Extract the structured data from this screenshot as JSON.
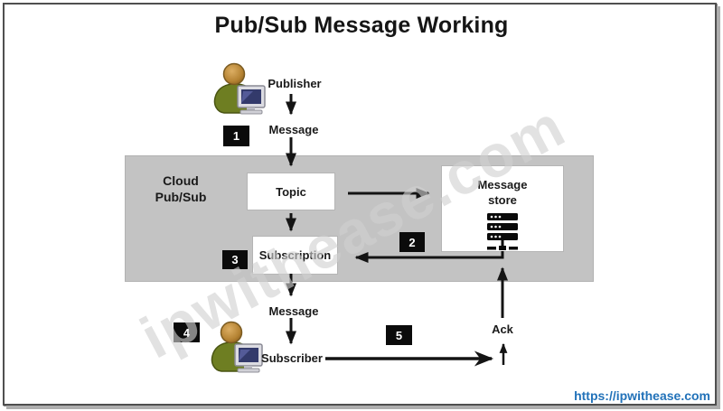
{
  "title": "Pub/Sub Message Working",
  "watermark": "ipwithease.com",
  "footer": {
    "url": "https://ipwithease.com"
  },
  "publisher": {
    "label": "Publisher"
  },
  "subscriber": {
    "label": "Subscriber"
  },
  "cloud_box": {
    "line1": "Cloud",
    "line2": "Pub/Sub"
  },
  "nodes": {
    "topic": "Topic",
    "subscription": "Subscription",
    "message_store_line1": "Message",
    "message_store_line2": "store"
  },
  "flow_labels": {
    "publish_message": "Message",
    "deliver_message": "Message",
    "ack": "Ack"
  },
  "steps": {
    "s1": "1",
    "s2": "2",
    "s3": "3",
    "s4": "4",
    "s5": "5"
  },
  "colors": {
    "cloud_bg": "#c3c3c3",
    "step_badge_bg": "#0b0b0b",
    "step_badge_fg": "#ffffff",
    "arrow": "#141414",
    "link": "#2272b9"
  }
}
